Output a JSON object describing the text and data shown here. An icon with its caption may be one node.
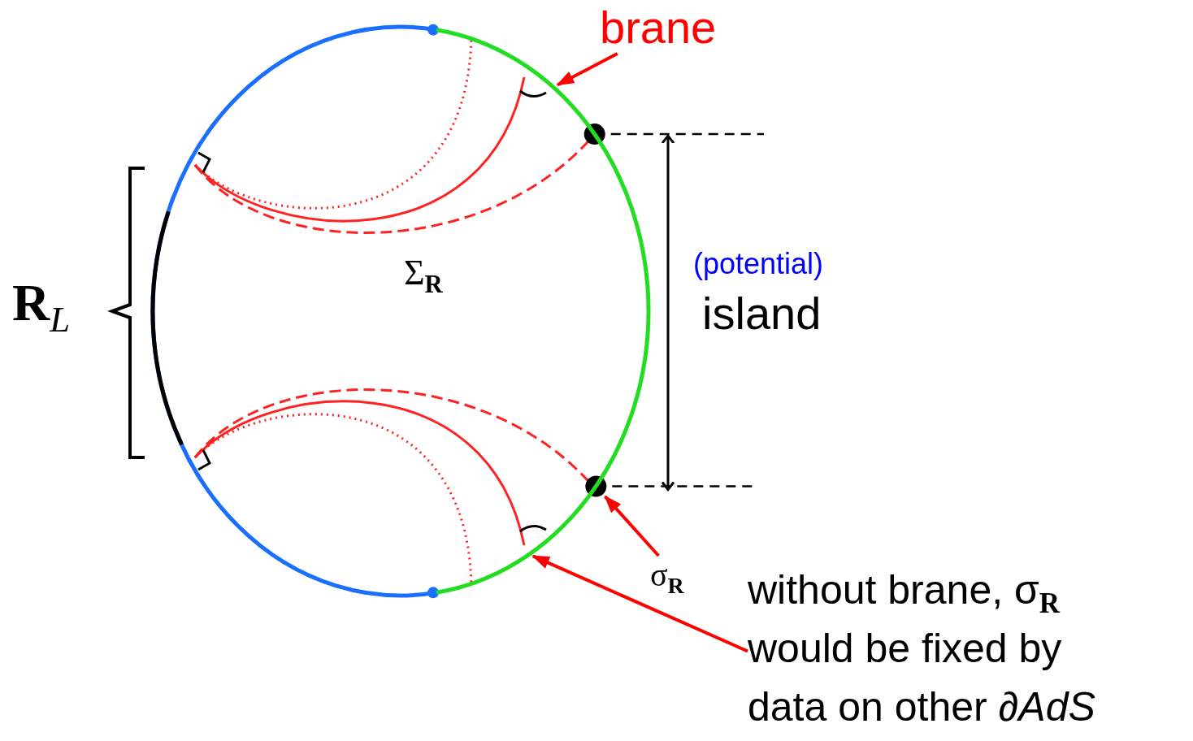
{
  "diagram": {
    "nodes": [
      {
        "text": [
          "brane"
        ]
      },
      {
        "text": [],
        "shape": "arc"
      },
      {
        "text": [
          "σ$_{R}$"
        ]
      },
      {
        "text": [
          "without brane, σ$_{R}$ would be fixed by data on other *∂AdS*"
        ]
      }
    ],
    "edges": [
      {
        "from": 0,
        "to": 1,
        "arrow": "to"
      },
      {
        "from": 2,
        "to": 1,
        "arrow": "to"
      },
      {
        "from": 3,
        "to": 1,
        "arrow": "to"
      }
    ],
    "labels": [
      "**R**$_{L}$",
      "Σ$_{R}$",
      "(potential)",
      "island"
    ]
  }
}
